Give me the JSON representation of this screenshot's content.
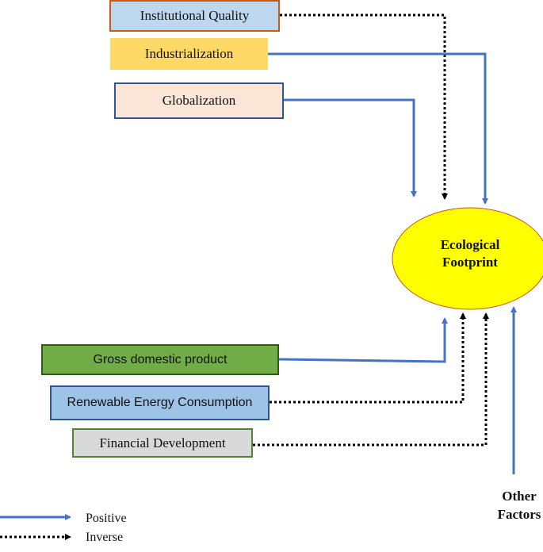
{
  "factors": {
    "institutional_quality": "Institutional Quality",
    "industrialization": "Industrialization",
    "globalization": "Globalization",
    "gdp": "Gross domestic product",
    "renewable_energy": "Renewable Energy Consumption",
    "financial_development": "Financial Development"
  },
  "target": {
    "line1": "Ecological",
    "line2": "Footprint"
  },
  "other_factors": {
    "line1": "Other",
    "line2": "Factors"
  },
  "legend": {
    "positive": "Positive",
    "inverse": "Inverse"
  },
  "colors": {
    "positive_arrow": "#4472C4",
    "inverse_arrow": "#000000",
    "ellipse_fill": "#FFFF00",
    "ellipse_border": "#C55A11"
  },
  "relations": [
    {
      "from": "Institutional Quality",
      "type": "inverse"
    },
    {
      "from": "Industrialization",
      "type": "positive"
    },
    {
      "from": "Globalization",
      "type": "positive"
    },
    {
      "from": "Gross domestic product",
      "type": "positive"
    },
    {
      "from": "Renewable Energy Consumption",
      "type": "inverse"
    },
    {
      "from": "Financial Development",
      "type": "inverse"
    },
    {
      "from": "Other Factors",
      "type": "positive"
    }
  ]
}
